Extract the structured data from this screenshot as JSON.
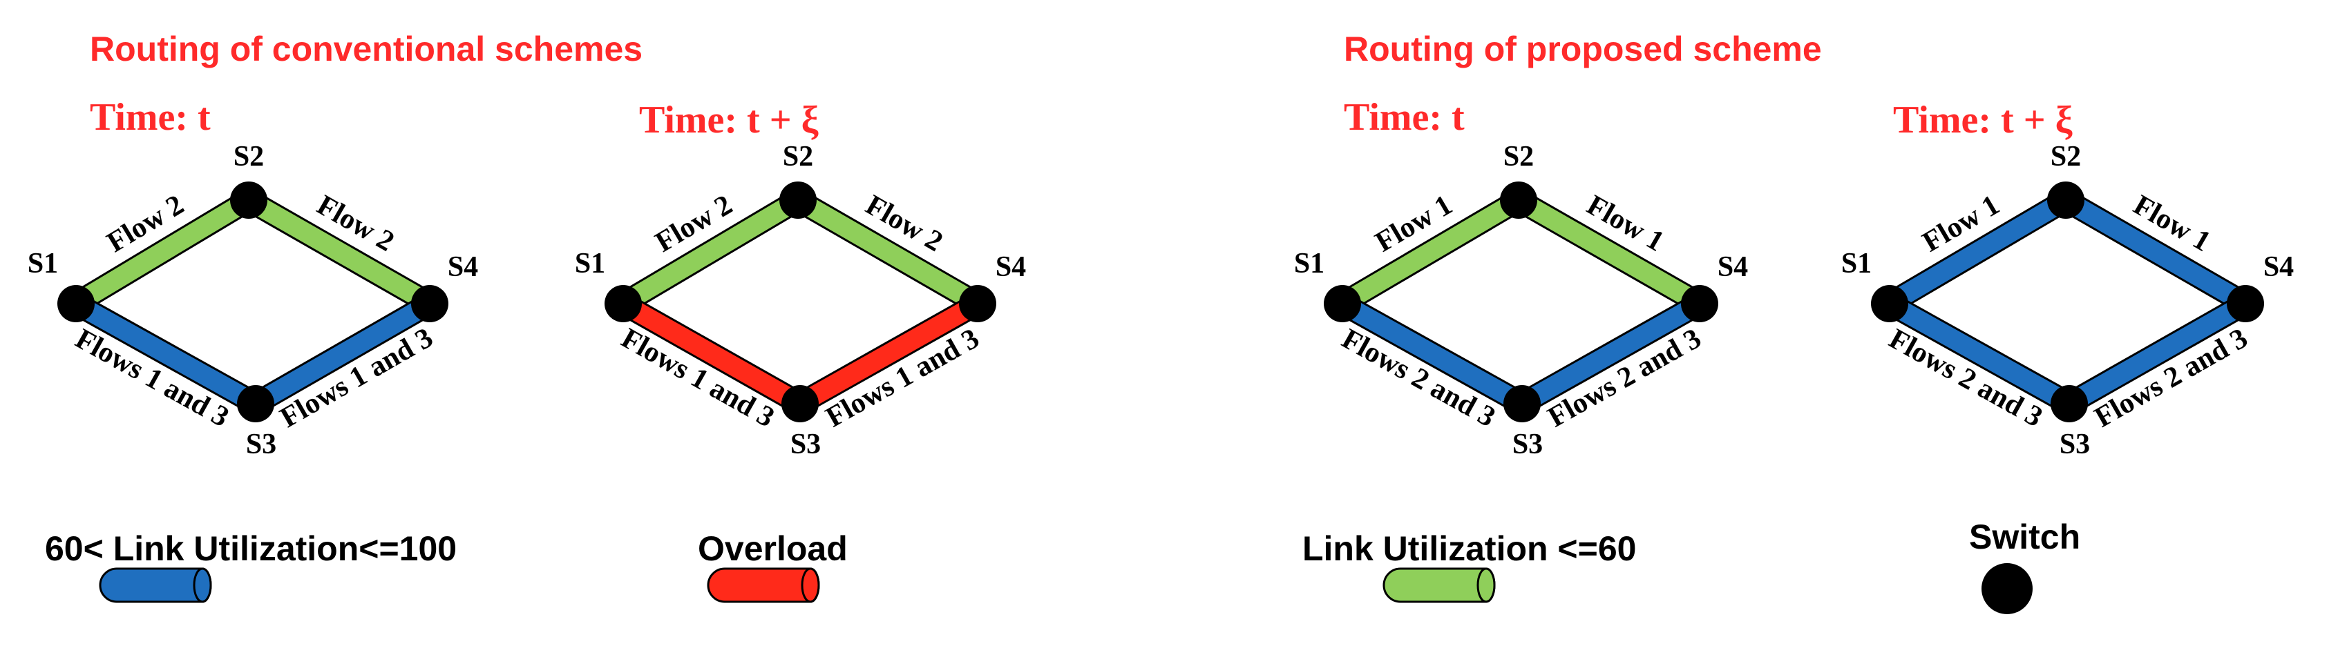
{
  "colors": {
    "heading": "#ff2a2a",
    "link_utilization_le_60": "#8fcf5a",
    "link_utilization_60_100": "#1f6fbf",
    "overload": "#ff2a1a",
    "switch": "#000000",
    "outline": "#000000"
  },
  "headings": {
    "conventional": "Routing of conventional schemes",
    "proposed": "Routing of proposed scheme"
  },
  "panels": [
    {
      "time": "Time: t",
      "nodes": {
        "s1": "S1",
        "s2": "S2",
        "s3": "S3",
        "s4": "S4"
      },
      "links": {
        "s1_s2": {
          "label": "Flow 2",
          "color_key": "link_utilization_le_60"
        },
        "s2_s4": {
          "label": "Flow 2",
          "color_key": "link_utilization_le_60"
        },
        "s1_s3": {
          "label": "Flows 1 and 3",
          "color_key": "link_utilization_60_100"
        },
        "s3_s4": {
          "label": "Flows 1 and 3",
          "color_key": "link_utilization_60_100"
        }
      }
    },
    {
      "time": "Time: t + ξ",
      "nodes": {
        "s1": "S1",
        "s2": "S2",
        "s3": "S3",
        "s4": "S4"
      },
      "links": {
        "s1_s2": {
          "label": "Flow 2",
          "color_key": "link_utilization_le_60"
        },
        "s2_s4": {
          "label": "Flow 2",
          "color_key": "link_utilization_le_60"
        },
        "s1_s3": {
          "label": "Flows 1 and 3",
          "color_key": "overload"
        },
        "s3_s4": {
          "label": "Flows 1 and 3",
          "color_key": "overload"
        }
      }
    },
    {
      "time": "Time: t",
      "nodes": {
        "s1": "S1",
        "s2": "S2",
        "s3": "S3",
        "s4": "S4"
      },
      "links": {
        "s1_s2": {
          "label": "Flow 1",
          "color_key": "link_utilization_le_60"
        },
        "s2_s4": {
          "label": "Flow 1",
          "color_key": "link_utilization_le_60"
        },
        "s1_s3": {
          "label": "Flows 2 and 3",
          "color_key": "link_utilization_60_100"
        },
        "s3_s4": {
          "label": "Flows 2 and 3",
          "color_key": "link_utilization_60_100"
        }
      }
    },
    {
      "time": "Time: t + ξ",
      "nodes": {
        "s1": "S1",
        "s2": "S2",
        "s3": "S3",
        "s4": "S4"
      },
      "links": {
        "s1_s2": {
          "label": "Flow 1",
          "color_key": "link_utilization_60_100"
        },
        "s2_s4": {
          "label": "Flow 1",
          "color_key": "link_utilization_60_100"
        },
        "s1_s3": {
          "label": "Flows 2 and 3",
          "color_key": "link_utilization_60_100"
        },
        "s3_s4": {
          "label": "Flows 2 and 3",
          "color_key": "link_utilization_60_100"
        }
      }
    }
  ],
  "legend": {
    "utilization_60_100": "60< Link Utilization<=100",
    "overload": "Overload",
    "utilization_le_60": "Link Utilization <=60",
    "switch": "Switch"
  }
}
